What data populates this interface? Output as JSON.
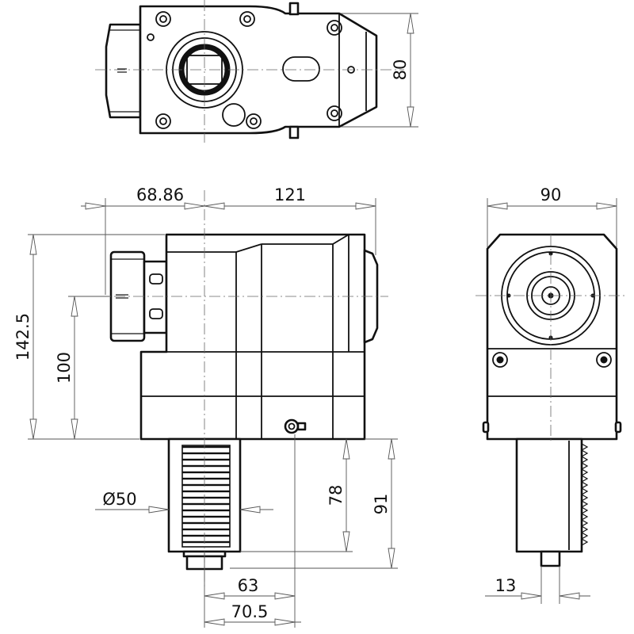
{
  "dimensions": {
    "top_height": "80",
    "offset_width": "68.86",
    "body_width": "121",
    "side_width": "90",
    "overall_height": "142.5",
    "center_height": "100",
    "shank_diameter": "Ø50",
    "shank_length": "78",
    "lower_height": "91",
    "shank_offset": "63",
    "screw_offset": "70.5",
    "pin_diameter": "13"
  }
}
